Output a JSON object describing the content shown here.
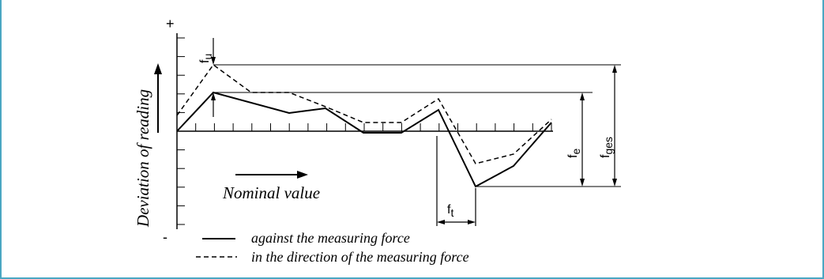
{
  "axis": {
    "plus_sign": "+",
    "minus_sign": "-",
    "y_label": "Deviation of reading",
    "x_label": "Nominal value"
  },
  "dimensions": {
    "fu": {
      "main": "f",
      "sub": "u"
    },
    "fe": {
      "main": "f",
      "sub": "e"
    },
    "fges": {
      "main": "f",
      "sub": "ges"
    },
    "ft": {
      "main": "f",
      "sub": "t"
    }
  },
  "legend": [
    {
      "style": "solid",
      "label": "against the measuring force"
    },
    {
      "style": "dashed",
      "label": "in the direction of the measuring force"
    }
  ],
  "colors": {
    "frame": "#4aa7c2",
    "ink": "#000000"
  }
}
